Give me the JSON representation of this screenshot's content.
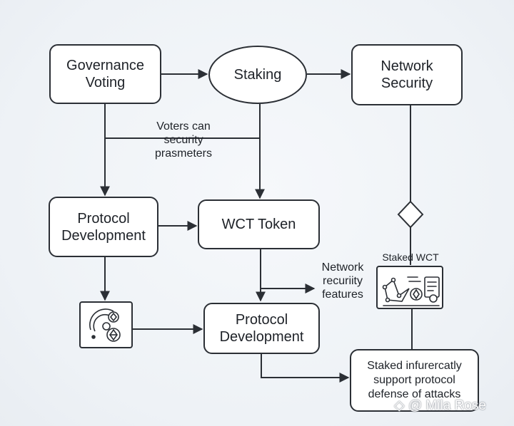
{
  "nodes": {
    "governance": "Governance\nVoting",
    "staking": "Staking",
    "network_security": "Network\nSecurity",
    "protocol_dev_left": "Protocol\nDevelopment",
    "wct_token": "WCT Token",
    "protocol_dev_center": "Protocol\nDevelopment",
    "staked_support": "Staked infurercatly\nsupport protocol\ndefense of attacks"
  },
  "annotations": {
    "voters": "Voters can\nsecurity\nprasmeters",
    "network_features": "Network\nrecuriity\nfeatures",
    "staked_wct": "Staked WCT"
  },
  "watermark": "@ Mila Rose",
  "colors": {
    "line": "#2b2f35",
    "background": "#eef2f6",
    "node_fill": "#ffffff"
  },
  "icons": {
    "token_icon": "crypto-coins-icon",
    "staked_wct_icon": "staked-network-document-icon",
    "watermark_icon": "diamond-logo-icon"
  }
}
